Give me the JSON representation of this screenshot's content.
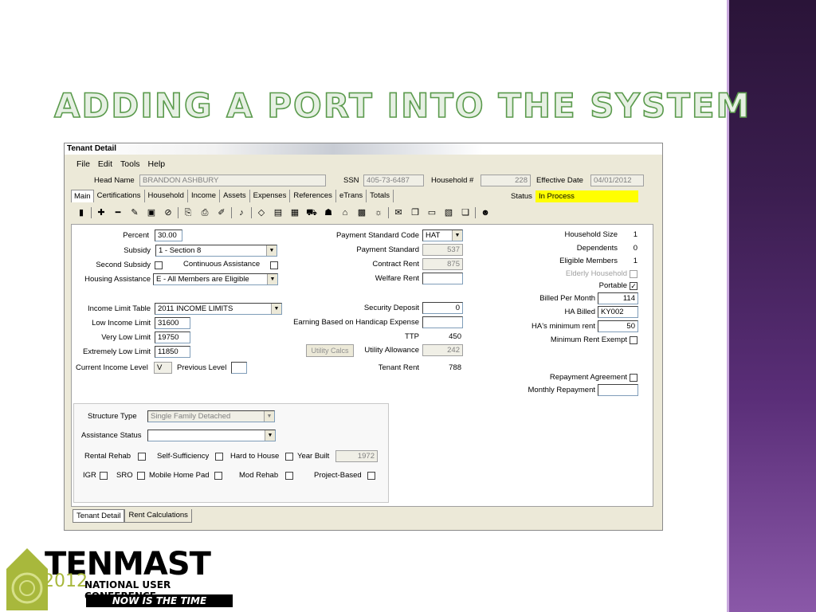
{
  "slide": {
    "title": "ADDING A PORT INTO THE SYSTEM"
  },
  "window": {
    "title": "Tenant Detail"
  },
  "menu": [
    "File",
    "Edit",
    "Tools",
    "Help"
  ],
  "header": {
    "head_name_label": "Head Name",
    "head_name": "BRANDON ASHBURY",
    "ssn_label": "SSN",
    "ssn": "405-73-6487",
    "household_label": "Household #",
    "household": "228",
    "eff_date_label": "Effective Date",
    "eff_date": "04/01/2012",
    "status_label": "Status",
    "status": "In Process"
  },
  "tabs": [
    "Main",
    "Certifications",
    "Household",
    "Income",
    "Assets",
    "Expenses",
    "References",
    "eTrans",
    "Totals"
  ],
  "left": {
    "percent_label": "Percent",
    "percent": "30.00",
    "subsidy_label": "Subsidy",
    "subsidy": "1 - Section 8",
    "second_subsidy_label": "Second Subsidy",
    "continuous_label": "Continuous Assistance",
    "housing_label": "Housing Assistance",
    "housing": "E - All Members are Eligible",
    "income_table_label": "Income Limit Table",
    "income_table": "2011 INCOME LIMITS",
    "low_label": "Low Income Limit",
    "low": "31600",
    "very_low_label": "Very Low Limit",
    "very_low": "19750",
    "ext_low_label": "Extremely Low Limit",
    "ext_low": "11850",
    "cur_level_label": "Current Income Level",
    "cur_level": "V",
    "prev_level_label": "Previous Level",
    "prev_level": ""
  },
  "middle": {
    "psc_label": "Payment Standard Code",
    "psc": "HAT",
    "ps_label": "Payment Standard",
    "ps": "537",
    "contract_label": "Contract Rent",
    "contract": "875",
    "welfare_label": "Welfare Rent",
    "welfare": "",
    "deposit_label": "Security Deposit",
    "deposit": "0",
    "earning_label": "Earning Based on Handicap Expense",
    "earning": "",
    "ttp_label": "TTP",
    "ttp": "450",
    "utility_btn": "Utility Calcs",
    "utility_label": "Utility Allowance",
    "utility": "242",
    "tenant_rent_label": "Tenant Rent",
    "tenant_rent": "788"
  },
  "right": {
    "hh_size_label": "Household Size",
    "hh_size": "1",
    "dependents_label": "Dependents",
    "dependents": "0",
    "eligible_label": "Eligible Members",
    "eligible": "1",
    "elderly_label": "Elderly Household",
    "portable_label": "Portable",
    "billed_label": "Billed Per Month",
    "billed": "114",
    "ha_billed_label": "HA Billed",
    "ha_billed": "KY002",
    "ha_min_label": "HA's minimum rent",
    "ha_min": "50",
    "min_exempt_label": "Minimum Rent Exempt",
    "repay_label": "Repayment Agreement",
    "monthly_label": "Monthly Repayment",
    "monthly": ""
  },
  "lower": {
    "structure_label": "Structure Type",
    "structure": "Single Family Detached",
    "assist_status_label": "Assistance Status",
    "assist_status": "",
    "rental_rehab": "Rental Rehab",
    "self_suff": "Self-Sufficiency",
    "hard_house": "Hard to House",
    "year_built_label": "Year Built",
    "year_built": "1972",
    "igr": "IGR",
    "sro": "SRO",
    "mobile": "Mobile Home Pad",
    "mod_rehab": "Mod Rehab",
    "project": "Project-Based"
  },
  "bottom_tabs": [
    "Tenant Detail",
    "Rent Calculations"
  ],
  "logo": {
    "brand": "TENMAST",
    "year": "2012",
    "line2": "NATIONAL USER CONFERENCE",
    "line3": "NOW IS THE TIME"
  },
  "colors": {
    "status_bg": "#ffff00",
    "title_stroke": "#5a9a4c",
    "sidebar": "#3a1d4e"
  }
}
